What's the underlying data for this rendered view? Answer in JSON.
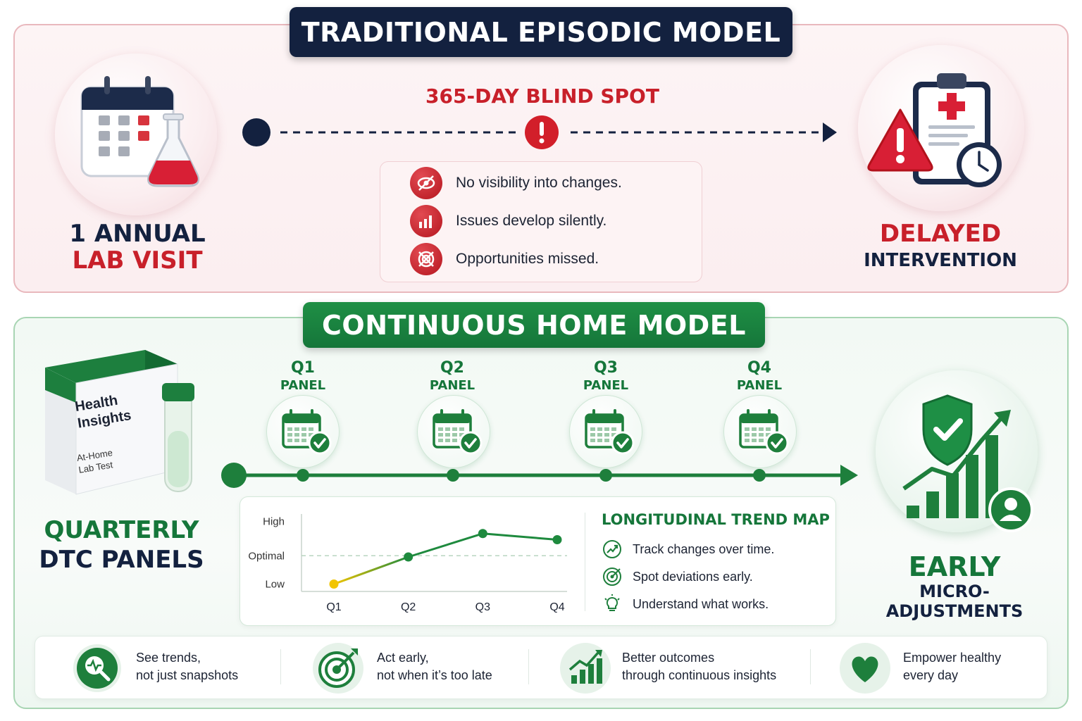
{
  "top": {
    "title": "TRADITIONAL EPISODIC MODEL",
    "left_label_line1": "1 ANNUAL",
    "left_label_line2": "LAB VISIT",
    "blind_spot": "365-DAY BLIND SPOT",
    "issues": [
      {
        "icon": "eye-slash-icon",
        "text": "No visibility into changes."
      },
      {
        "icon": "bar-chart-icon",
        "text": "Issues develop silently."
      },
      {
        "icon": "target-crossed-icon",
        "text": "Opportunities missed."
      }
    ],
    "right_label_line1": "DELAYED",
    "right_label_line2": "INTERVENTION"
  },
  "bottom": {
    "title": "CONTINUOUS HOME MODEL",
    "box_text_line1": "Health",
    "box_text_line2": "Insights",
    "box_sub_line1": "At-Home",
    "box_sub_line2": "Lab Test",
    "left_label_line1": "QUARTERLY",
    "left_label_line2": "DTC PANELS",
    "quarters": [
      {
        "q": "Q1",
        "panel": "PANEL"
      },
      {
        "q": "Q2",
        "panel": "PANEL"
      },
      {
        "q": "Q3",
        "panel": "PANEL"
      },
      {
        "q": "Q4",
        "panel": "PANEL"
      }
    ],
    "trend_title": "LONGITUDINAL TREND MAP",
    "trend_points": [
      {
        "icon": "trend-up-icon",
        "text": "Track changes over time."
      },
      {
        "icon": "target-icon",
        "text": "Spot deviations early."
      },
      {
        "icon": "lightbulb-icon",
        "text": "Understand what works."
      }
    ],
    "right_label_line1": "EARLY",
    "right_label_line2": "MICRO-ADJUSTMENTS",
    "benefits": [
      {
        "icon": "magnifier-pulse-icon",
        "line1": "See trends,",
        "line2": "not just snapshots"
      },
      {
        "icon": "target-arrow-icon",
        "line1": "Act early,",
        "line2": "not when it’s too late"
      },
      {
        "icon": "growth-chart-icon",
        "line1": "Better outcomes",
        "line2": "through continuous insights"
      },
      {
        "icon": "heart-icon",
        "line1": "Empower healthy",
        "line2": "every day"
      }
    ]
  },
  "chart_data": {
    "type": "line",
    "categories": [
      "Q1",
      "Q2",
      "Q3",
      "Q4"
    ],
    "y_levels": [
      "Low",
      "Optimal",
      "High"
    ],
    "values": [
      0.3,
      1.4,
      2.35,
      2.1
    ],
    "ylim": [
      0,
      3
    ],
    "reference_line": {
      "label": "Optimal",
      "value": 1.45
    },
    "colors": {
      "line": "#1e8a3e",
      "first_point": "#f2c500",
      "points": "#1e8a3e"
    }
  },
  "colors": {
    "navy": "#13213f",
    "red": "#c8202a",
    "green": "#15763a"
  }
}
